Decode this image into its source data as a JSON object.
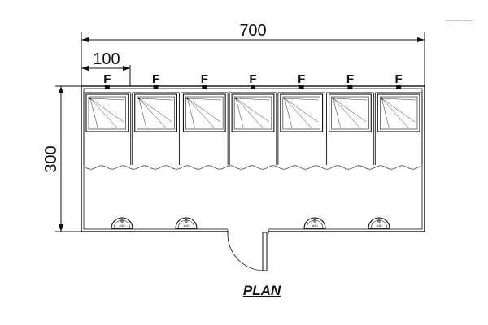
{
  "dimensions": {
    "total_width": "700",
    "stall_width": "100",
    "depth": "300"
  },
  "fixture_label": "F",
  "shower_count": 7,
  "washbasin_count": 4,
  "washbasin_caption": "ø40",
  "title": "PLAN",
  "corner_text": "— —— ——"
}
